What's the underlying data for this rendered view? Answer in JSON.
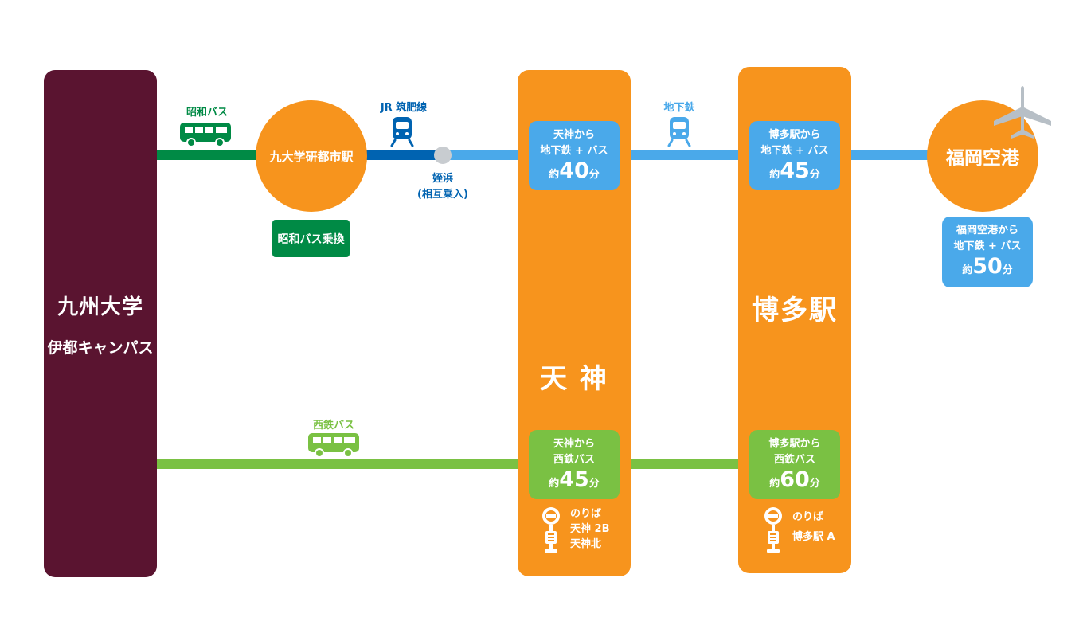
{
  "colors": {
    "campus": "#5a1430",
    "orange": "#f7941d",
    "showa_green": "#008a45",
    "jr_blue": "#0063b1",
    "subway_blue": "#4aa9ea",
    "nishitetsu_green": "#7ac143",
    "junction_gray": "#c8ccd0",
    "plane_gray": "#b7bfc6"
  },
  "campus": {
    "name": "九州大学",
    "sub": "伊都キャンパス"
  },
  "route_labels": {
    "showa_bus": "昭和バス",
    "jr_line": "JR 筑肥線",
    "subway": "地下鉄",
    "nishitetsu_bus": "西鉄バス",
    "meinohama_1": "姪浜",
    "meinohama_2": "(相互乗入)"
  },
  "station_circle": "九大学研都市駅",
  "transfer_badge": "昭和バス乗換",
  "airport": {
    "name": "福岡空港",
    "box": {
      "line1": "福岡空港から",
      "line2": "地下鉄 + バス",
      "prefix": "約",
      "num": "50",
      "unit": "分"
    }
  },
  "tenjin": {
    "title": "天 神",
    "subway_box": {
      "line1": "天神から",
      "line2": "地下鉄 + バス",
      "prefix": "約",
      "num": "40",
      "unit": "分"
    },
    "bus_box": {
      "line1": "天神から",
      "line2": "西鉄バス",
      "prefix": "約",
      "num": "45",
      "unit": "分"
    },
    "stop": {
      "line1": "のりば",
      "line2": "天神 2B",
      "line3": "天神北"
    }
  },
  "hakata": {
    "title": "博多駅",
    "subway_box": {
      "line1": "博多駅から",
      "line2": "地下鉄 + バス",
      "prefix": "約",
      "num": "45",
      "unit": "分"
    },
    "bus_box": {
      "line1": "博多駅から",
      "line2": "西鉄バス",
      "prefix": "約",
      "num": "60",
      "unit": "分"
    },
    "stop": {
      "line1": "のりば",
      "line2": "博多駅 A"
    }
  },
  "icons": [
    "bus-icon",
    "train-icon",
    "airplane-icon",
    "bus-stop-icon"
  ]
}
